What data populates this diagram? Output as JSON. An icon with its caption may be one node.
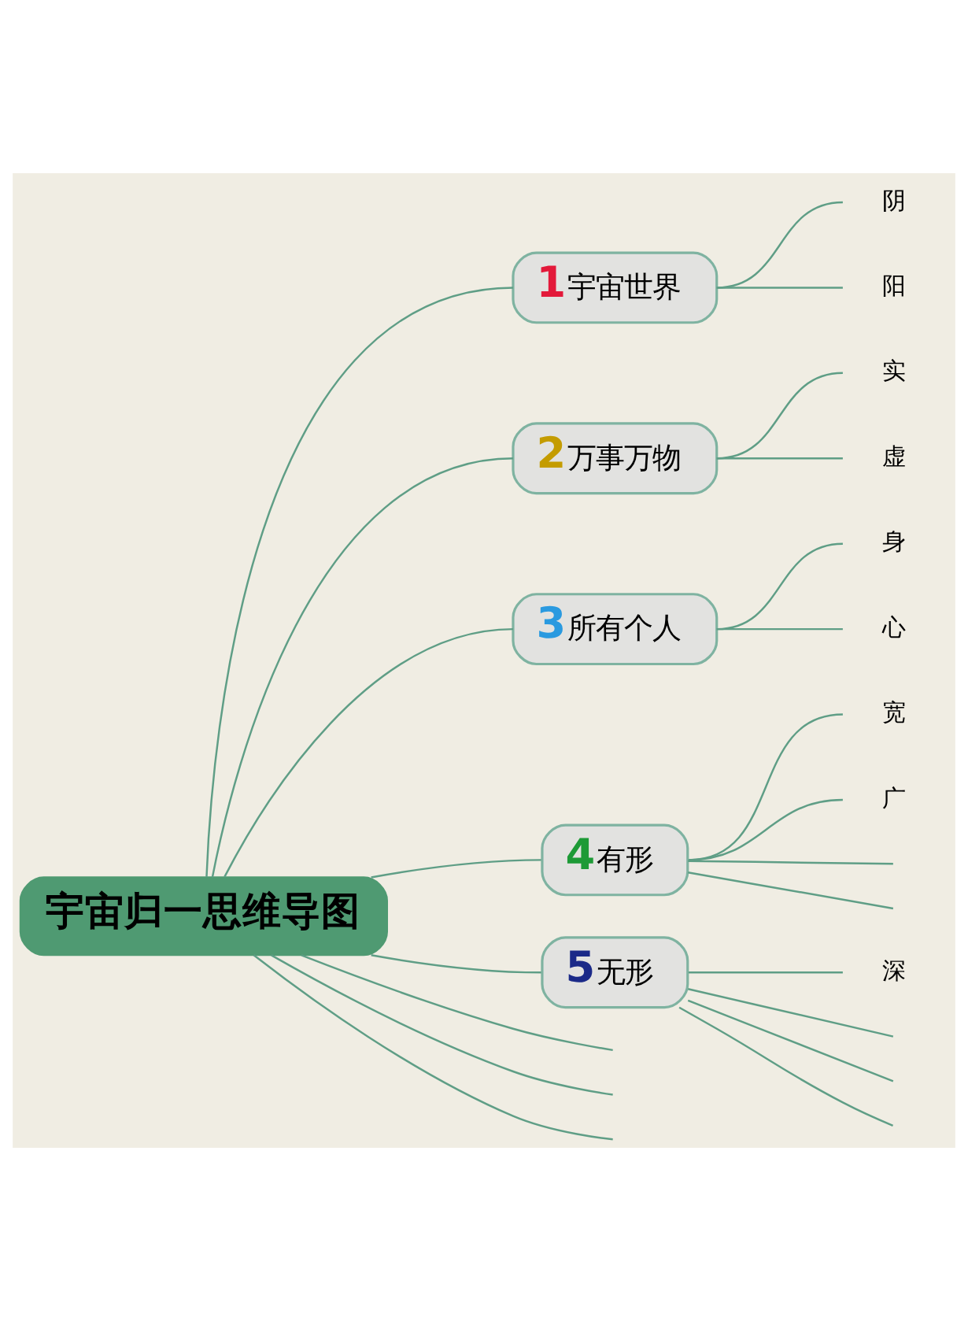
{
  "diagram": {
    "nodes": [
      {
        "text": [
          "宇宙归一思维导图"
        ]
      },
      {
        "text": [
          "1",
          "宇宙世界"
        ]
      },
      {
        "text": [
          "阴"
        ]
      },
      {
        "text": [
          "阳"
        ]
      },
      {
        "text": [
          "2",
          "万事万物"
        ]
      },
      {
        "text": [
          "实"
        ]
      },
      {
        "text": [
          "虚"
        ]
      },
      {
        "text": [
          "3",
          "所有个人"
        ]
      },
      {
        "text": [
          "身"
        ]
      },
      {
        "text": [
          "心"
        ]
      },
      {
        "text": [
          "4",
          "有形"
        ]
      },
      {
        "text": [
          "宽"
        ]
      },
      {
        "text": [
          "广"
        ]
      },
      {
        "text": [
          "5",
          "无形"
        ]
      },
      {
        "text": [
          "深"
        ]
      }
    ],
    "edges": [
      {
        "from": 0,
        "to": 1,
        "arrow": "none"
      },
      {
        "from": 1,
        "to": 2,
        "arrow": "none"
      },
      {
        "from": 1,
        "to": 3,
        "arrow": "none"
      },
      {
        "from": 0,
        "to": 4,
        "arrow": "none"
      },
      {
        "from": 4,
        "to": 5,
        "arrow": "none"
      },
      {
        "from": 4,
        "to": 6,
        "arrow": "none"
      },
      {
        "from": 0,
        "to": 7,
        "arrow": "none"
      },
      {
        "from": 7,
        "to": 8,
        "arrow": "none"
      },
      {
        "from": 7,
        "to": 9,
        "arrow": "none"
      },
      {
        "from": 0,
        "to": 10,
        "arrow": "none"
      },
      {
        "from": 10,
        "to": 11,
        "arrow": "none"
      },
      {
        "from": 10,
        "to": 12,
        "arrow": "none"
      },
      {
        "from": 10,
        "to": null,
        "arrow": "none"
      },
      {
        "from": 10,
        "to": null,
        "arrow": "none"
      },
      {
        "from": 0,
        "to": 13,
        "arrow": "none"
      },
      {
        "from": 13,
        "to": 14,
        "arrow": "none"
      },
      {
        "from": 13,
        "to": null,
        "arrow": "none"
      },
      {
        "from": 13,
        "to": null,
        "arrow": "none"
      },
      {
        "from": 13,
        "to": null,
        "arrow": "none"
      },
      {
        "from": 0,
        "to": null,
        "arrow": "none"
      },
      {
        "from": 0,
        "to": null,
        "arrow": "none"
      },
      {
        "from": 0,
        "to": null,
        "arrow": "none"
      }
    ]
  }
}
